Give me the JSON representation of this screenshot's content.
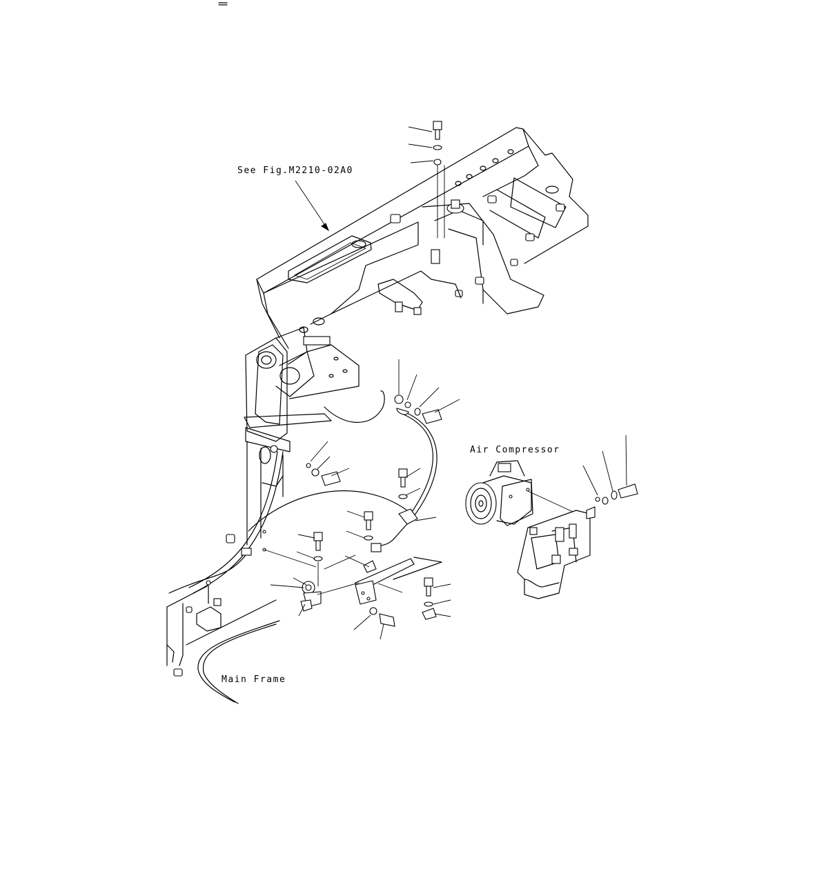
{
  "labels": {
    "reference": "See Fig.M2210-02A0",
    "component": "Air Compressor",
    "frame": "Main Frame"
  },
  "colors": {
    "line": "#000000",
    "background": "#ffffff"
  }
}
